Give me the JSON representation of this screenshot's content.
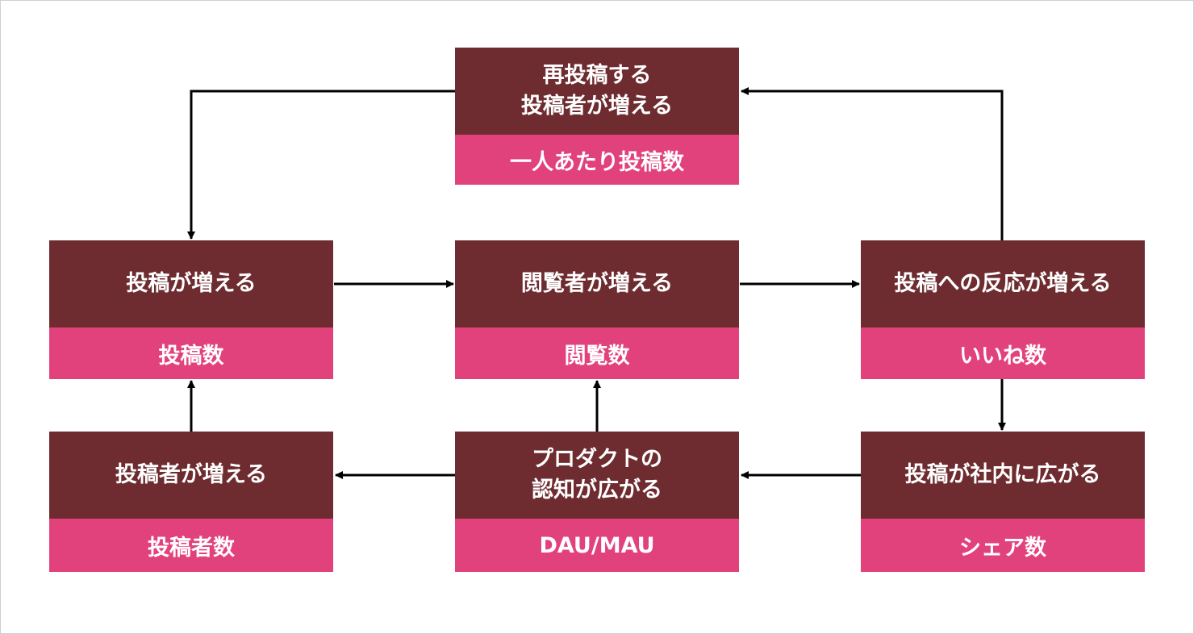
{
  "nodes": {
    "repost_authors": {
      "title_lines": [
        "再投稿する",
        "投稿者が増える"
      ],
      "metric": "一人あたり投稿数"
    },
    "posts": {
      "title_lines": [
        "投稿が増える"
      ],
      "metric": "投稿数"
    },
    "viewers": {
      "title_lines": [
        "閲覧者が増える"
      ],
      "metric": "閲覧数"
    },
    "reactions": {
      "title_lines": [
        "投稿への反応が増える"
      ],
      "metric": "いいね数"
    },
    "authors": {
      "title_lines": [
        "投稿者が増える"
      ],
      "metric": "投稿者数"
    },
    "awareness": {
      "title_lines": [
        "プロダクトの",
        "認知が広がる"
      ],
      "metric": "DAU/MAU"
    },
    "spread": {
      "title_lines": [
        "投稿が社内に広がる"
      ],
      "metric": "シェア数"
    }
  },
  "colors": {
    "title_bg": "#6e2c30",
    "metric_bg": "#e2427c",
    "text": "#ffffff",
    "arrow": "#000000",
    "frame_border": "#cfcfcf"
  }
}
